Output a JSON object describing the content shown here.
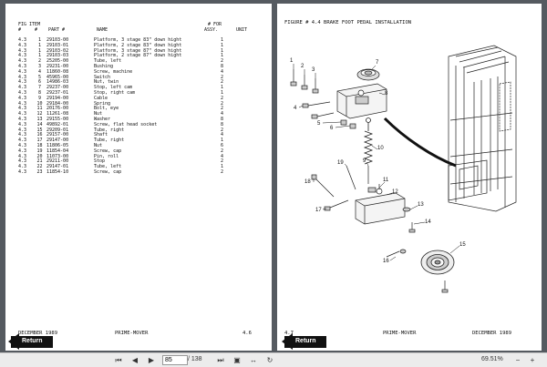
{
  "left_page": {
    "header": {
      "col1_line1": "FIG ITEM",
      "col1_line2": "#     #",
      "part_label": "PART #",
      "name_label": "NAME",
      "qty_line1": "# FOR",
      "qty_line2": "ASSY.",
      "unit_label": "UNIT"
    },
    "rows": [
      {
        "fig": "4.3",
        "item": "1",
        "part": "29103-00",
        "name": "Platform, 3 stage 83\" down hight",
        "qty": "1"
      },
      {
        "fig": "4.3",
        "item": "1",
        "part": "29103-01",
        "name": "Platform, 2 stage 83\" down hight",
        "qty": "1"
      },
      {
        "fig": "4.3",
        "item": "1",
        "part": "29103-02",
        "name": "Platform, 3 stage 87\" down hight",
        "qty": "1"
      },
      {
        "fig": "4.3",
        "item": "1",
        "part": "29103-03",
        "name": "Platform, 2 stage 87\" down hight",
        "qty": "1"
      },
      {
        "fig": "4.3",
        "item": "2",
        "part": "25205-00",
        "name": "Tube, left",
        "qty": "2"
      },
      {
        "fig": "4.3",
        "item": "3",
        "part": "29231-00",
        "name": "Bushing",
        "qty": "8"
      },
      {
        "fig": "4.3",
        "item": "4",
        "part": "11860-08",
        "name": "Screw, machine",
        "qty": "4"
      },
      {
        "fig": "4.3",
        "item": "5",
        "part": "45965-00",
        "name": "Switch",
        "qty": "2"
      },
      {
        "fig": "4.3",
        "item": "6",
        "part": "14986-03",
        "name": "Nut, twin",
        "qty": "2"
      },
      {
        "fig": "4.3",
        "item": "7",
        "part": "29237-00",
        "name": "Stop, left cam",
        "qty": "1"
      },
      {
        "fig": "4.3",
        "item": "8",
        "part": "29237-01",
        "name": "Stop, right cam",
        "qty": "1"
      },
      {
        "fig": "4.3",
        "item": "9",
        "part": "29194-00",
        "name": "Cable",
        "qty": "2"
      },
      {
        "fig": "4.3",
        "item": "10",
        "part": "29184-00",
        "name": "Spring",
        "qty": "2"
      },
      {
        "fig": "4.3",
        "item": "11",
        "part": "20176-00",
        "name": "Bolt, eye",
        "qty": "2"
      },
      {
        "fig": "4.3",
        "item": "12",
        "part": "11261-08",
        "name": "Nut",
        "qty": "4"
      },
      {
        "fig": "4.3",
        "item": "13",
        "part": "29155-00",
        "name": "Washer",
        "qty": "8"
      },
      {
        "fig": "4.3",
        "item": "14",
        "part": "49892-01",
        "name": "Screw, flat head socket",
        "qty": "8"
      },
      {
        "fig": "4.3",
        "item": "15",
        "part": "29209-01",
        "name": "Tube, right",
        "qty": "2"
      },
      {
        "fig": "4.3",
        "item": "16",
        "part": "29157-00",
        "name": "Shaft",
        "qty": "4"
      },
      {
        "fig": "4.3",
        "item": "17",
        "part": "29147-00",
        "name": "Tube, right",
        "qty": "1"
      },
      {
        "fig": "4.3",
        "item": "18",
        "part": "11806-05",
        "name": "Nut",
        "qty": "6"
      },
      {
        "fig": "4.3",
        "item": "19",
        "part": "11854-04",
        "name": "Screw, cap",
        "qty": "2"
      },
      {
        "fig": "4.3",
        "item": "20",
        "part": "11073-00",
        "name": "Pin, roll",
        "qty": "4"
      },
      {
        "fig": "4.3",
        "item": "21",
        "part": "29211-00",
        "name": "Stop",
        "qty": "2"
      },
      {
        "fig": "4.3",
        "item": "22",
        "part": "29147-01",
        "name": "Tube, left",
        "qty": "1"
      },
      {
        "fig": "4.3",
        "item": "23",
        "part": "11854-10",
        "name": "Screw, cap",
        "qty": "2"
      }
    ],
    "footer": {
      "date": "DECEMBER 1989",
      "model": "PRIME-MOVER",
      "page": "4.6"
    },
    "return_label": "Return"
  },
  "right_page": {
    "figure_title": "FIGURE # 4.4 BRAKE FOOT PEDAL INSTALLATION",
    "callouts": [
      "1",
      "2",
      "3",
      "4",
      "5",
      "6",
      "7",
      "8",
      "9",
      "10",
      "11",
      "12",
      "13",
      "14",
      "15",
      "16",
      "17",
      "18",
      "19"
    ],
    "footer": {
      "page": "4.7",
      "model": "PRIME-MOVER",
      "date": "DECEMBER 1989"
    },
    "return_label": "Return"
  },
  "statusbar": {
    "first_icon": "first-page-icon",
    "prev_icon": "prev-page-icon",
    "next_icon": "next-page-icon",
    "last_icon": "last-page-icon",
    "current_page": "85",
    "total_pages": "/ 138",
    "zoom": "69.51%",
    "zoom_out_icon": "zoom-out-icon",
    "zoom_in_icon": "zoom-in-icon"
  }
}
